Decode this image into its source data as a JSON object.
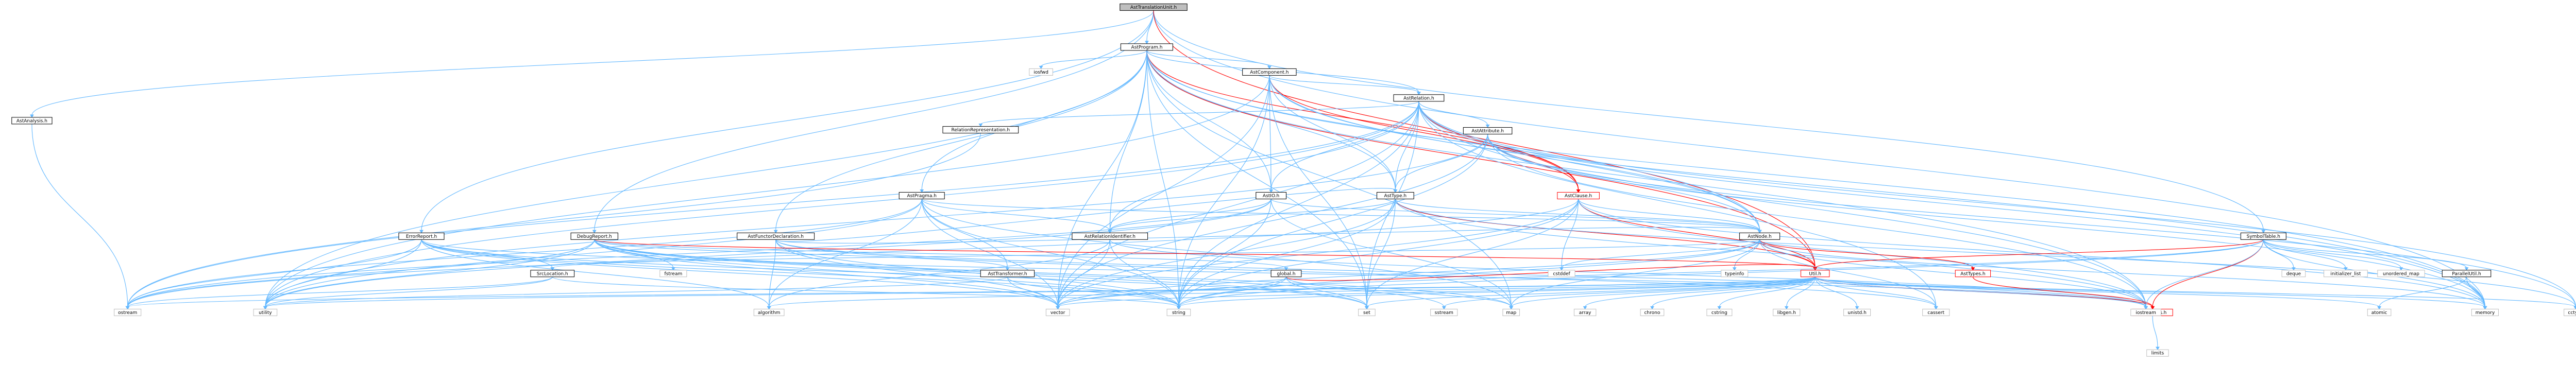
{
  "diagram": {
    "title": "",
    "nodes": [
      {
        "id": "root",
        "label": "AstTranslationUnit.h",
        "style": "root"
      },
      {
        "id": "AstAnalysis",
        "label": "AstAnalysis.h",
        "style": "boxed"
      },
      {
        "id": "AstProgram",
        "label": "AstProgram.h",
        "style": "boxed"
      },
      {
        "id": "ErrorReport",
        "label": "ErrorReport.h",
        "style": "boxed"
      },
      {
        "id": "DebugReport",
        "label": "DebugReport.h",
        "style": "boxed"
      },
      {
        "id": "SymbolTable",
        "label": "SymbolTable.h",
        "style": "boxed"
      },
      {
        "id": "AstComponent",
        "label": "AstComponent.h",
        "style": "boxed"
      },
      {
        "id": "iosfwd",
        "label": "iosfwd",
        "style": "plain"
      },
      {
        "id": "AstRelation",
        "label": "AstRelation.h",
        "style": "boxed"
      },
      {
        "id": "RelationRepresentation",
        "label": "RelationRepresentation.h",
        "style": "boxed"
      },
      {
        "id": "AstAttribute",
        "label": "AstAttribute.h",
        "style": "boxed"
      },
      {
        "id": "AstPragma",
        "label": "AstPragma.h",
        "style": "boxed"
      },
      {
        "id": "AstIO",
        "label": "AstIO.h",
        "style": "boxed"
      },
      {
        "id": "AstType",
        "label": "AstType.h",
        "style": "boxed"
      },
      {
        "id": "AstClause",
        "label": "AstClause.h",
        "style": "red"
      },
      {
        "id": "AstFunctorDeclaration",
        "label": "AstFunctorDeclaration.h",
        "style": "boxed"
      },
      {
        "id": "AstRelationIdentifier",
        "label": "AstRelationIdentifier.h",
        "style": "boxed"
      },
      {
        "id": "AstNode",
        "label": "AstNode.h",
        "style": "boxed"
      },
      {
        "id": "SrcLocation",
        "label": "SrcLocation.h",
        "style": "boxed"
      },
      {
        "id": "fstream",
        "label": "fstream",
        "style": "plain"
      },
      {
        "id": "AstTransformer",
        "label": "AstTransformer.h",
        "style": "boxed"
      },
      {
        "id": "global",
        "label": "global.h",
        "style": "boxed"
      },
      {
        "id": "cstddef",
        "label": "cstddef",
        "style": "plain"
      },
      {
        "id": "typeinfo",
        "label": "typeinfo",
        "style": "plain"
      },
      {
        "id": "Util",
        "label": "Util.h",
        "style": "red"
      },
      {
        "id": "AstTypes",
        "label": "AstTypes.h",
        "style": "red"
      },
      {
        "id": "ParallelUtil",
        "label": "ParallelUtil.h",
        "style": "boxed"
      },
      {
        "id": "deque",
        "label": "deque",
        "style": "plain"
      },
      {
        "id": "initializer_list",
        "label": "initializer_list",
        "style": "plain"
      },
      {
        "id": "unordered_map",
        "label": "unordered_map",
        "style": "plain"
      },
      {
        "id": "RamTypes",
        "label": "RamTypes.h",
        "style": "red"
      },
      {
        "id": "limits",
        "label": "limits",
        "style": "plain"
      },
      {
        "id": "ostream",
        "label": "ostream",
        "style": "plain"
      },
      {
        "id": "utility",
        "label": "utility",
        "style": "plain"
      },
      {
        "id": "algorithm",
        "label": "algorithm",
        "style": "plain"
      },
      {
        "id": "vector",
        "label": "vector",
        "style": "plain"
      },
      {
        "id": "string",
        "label": "string",
        "style": "plain"
      },
      {
        "id": "set",
        "label": "set",
        "style": "plain"
      },
      {
        "id": "sstream",
        "label": "sstream",
        "style": "plain"
      },
      {
        "id": "map",
        "label": "map",
        "style": "plain"
      },
      {
        "id": "array",
        "label": "array",
        "style": "plain"
      },
      {
        "id": "chrono",
        "label": "chrono",
        "style": "plain"
      },
      {
        "id": "cstring",
        "label": "cstring",
        "style": "plain"
      },
      {
        "id": "libgen",
        "label": "libgen.h",
        "style": "plain"
      },
      {
        "id": "unistd",
        "label": "unistd.h",
        "style": "plain"
      },
      {
        "id": "cassert",
        "label": "cassert",
        "style": "plain"
      },
      {
        "id": "iostream",
        "label": "iostream",
        "style": "plain"
      },
      {
        "id": "atomic",
        "label": "atomic",
        "style": "plain"
      },
      {
        "id": "memory",
        "label": "memory",
        "style": "plain"
      },
      {
        "id": "cctype",
        "label": "cctype",
        "style": "plain"
      }
    ],
    "edges": [
      [
        "root",
        "AstAnalysis"
      ],
      [
        "root",
        "AstProgram"
      ],
      [
        "root",
        "ErrorReport"
      ],
      [
        "root",
        "DebugReport"
      ],
      [
        "root",
        "SymbolTable"
      ],
      [
        "root",
        "memory"
      ],
      [
        "root",
        "Util"
      ],
      [
        "AstAnalysis",
        "ostream"
      ],
      [
        "AstProgram",
        "AstComponent"
      ],
      [
        "AstProgram",
        "iosfwd"
      ],
      [
        "AstProgram",
        "AstRelation"
      ],
      [
        "AstProgram",
        "AstPragma"
      ],
      [
        "AstProgram",
        "AstIO"
      ],
      [
        "AstProgram",
        "AstType"
      ],
      [
        "AstProgram",
        "AstClause"
      ],
      [
        "AstProgram",
        "AstFunctorDeclaration"
      ],
      [
        "AstProgram",
        "AstRelationIdentifier"
      ],
      [
        "AstProgram",
        "AstNode"
      ],
      [
        "AstProgram",
        "utility"
      ],
      [
        "AstProgram",
        "vector"
      ],
      [
        "AstProgram",
        "string"
      ],
      [
        "AstProgram",
        "map"
      ],
      [
        "AstProgram",
        "set"
      ],
      [
        "AstProgram",
        "memory"
      ],
      [
        "AstProgram",
        "Util"
      ],
      [
        "AstProgram",
        "iostream"
      ],
      [
        "AstComponent",
        "AstRelation"
      ],
      [
        "AstComponent",
        "AstIO"
      ],
      [
        "AstComponent",
        "AstType"
      ],
      [
        "AstComponent",
        "AstClause"
      ],
      [
        "AstComponent",
        "AstNode"
      ],
      [
        "AstComponent",
        "utility"
      ],
      [
        "AstComponent",
        "vector"
      ],
      [
        "AstComponent",
        "string"
      ],
      [
        "AstComponent",
        "memory"
      ],
      [
        "AstComponent",
        "set"
      ],
      [
        "AstRelation",
        "RelationRepresentation"
      ],
      [
        "AstRelation",
        "AstAttribute"
      ],
      [
        "AstRelation",
        "AstIO"
      ],
      [
        "AstRelation",
        "AstType"
      ],
      [
        "AstRelation",
        "AstClause"
      ],
      [
        "AstRelation",
        "AstRelationIdentifier"
      ],
      [
        "AstRelation",
        "AstNode"
      ],
      [
        "AstRelation",
        "utility"
      ],
      [
        "AstRelation",
        "vector"
      ],
      [
        "AstRelation",
        "string"
      ],
      [
        "AstRelation",
        "set"
      ],
      [
        "AstRelation",
        "iostream"
      ],
      [
        "AstRelation",
        "memory"
      ],
      [
        "AstRelation",
        "cassert"
      ],
      [
        "AstRelation",
        "cctype"
      ],
      [
        "AstRelation",
        "ostream"
      ],
      [
        "RelationRepresentation",
        "ostream"
      ],
      [
        "AstAttribute",
        "AstType"
      ],
      [
        "AstAttribute",
        "AstClause"
      ],
      [
        "AstAttribute",
        "AstNode"
      ],
      [
        "AstAttribute",
        "utility"
      ],
      [
        "AstAttribute",
        "string"
      ],
      [
        "AstAttribute",
        "vector"
      ],
      [
        "AstAttribute",
        "iostream"
      ],
      [
        "AstAttribute",
        "memory"
      ],
      [
        "AstAttribute",
        "cctype"
      ],
      [
        "AstPragma",
        "AstNode"
      ],
      [
        "AstPragma",
        "AstRelationIdentifier"
      ],
      [
        "AstPragma",
        "AstTransformer"
      ],
      [
        "AstPragma",
        "utility"
      ],
      [
        "AstPragma",
        "string"
      ],
      [
        "AstPragma",
        "vector"
      ],
      [
        "AstPragma",
        "map"
      ],
      [
        "AstPragma",
        "ostream"
      ],
      [
        "AstPragma",
        "algorithm"
      ],
      [
        "AstIO",
        "AstNode"
      ],
      [
        "AstIO",
        "AstRelationIdentifier"
      ],
      [
        "AstIO",
        "map"
      ],
      [
        "AstIO",
        "ostream"
      ],
      [
        "AstIO",
        "string"
      ],
      [
        "AstIO",
        "utility"
      ],
      [
        "AstType",
        "AstNode"
      ],
      [
        "AstType",
        "AstRelationIdentifier"
      ],
      [
        "AstType",
        "Util"
      ],
      [
        "AstType",
        "vector"
      ],
      [
        "AstType",
        "string"
      ],
      [
        "AstType",
        "set"
      ],
      [
        "AstType",
        "cctype"
      ],
      [
        "AstType",
        "iostream"
      ],
      [
        "AstClause",
        "AstNode"
      ],
      [
        "AstClause",
        "Util"
      ],
      [
        "AstClause",
        "cstddef"
      ],
      [
        "AstClause",
        "vector"
      ],
      [
        "AstClause",
        "string"
      ],
      [
        "AstClause",
        "set"
      ],
      [
        "AstClause",
        "memory"
      ],
      [
        "AstClause",
        "ostream"
      ],
      [
        "AstClause",
        "iostream"
      ],
      [
        "AstFunctorDeclaration",
        "AstNode"
      ],
      [
        "AstFunctorDeclaration",
        "AstType"
      ],
      [
        "AstFunctorDeclaration",
        "string"
      ],
      [
        "AstFunctorDeclaration",
        "vector"
      ],
      [
        "AstFunctorDeclaration",
        "cassert"
      ],
      [
        "AstFunctorDeclaration",
        "iostream"
      ],
      [
        "AstFunctorDeclaration",
        "algorithm"
      ],
      [
        "AstRelationIdentifier",
        "string"
      ],
      [
        "AstRelationIdentifier",
        "vector"
      ],
      [
        "AstRelationIdentifier",
        "algorithm"
      ],
      [
        "AstRelationIdentifier",
        "iostream"
      ],
      [
        "AstNode",
        "SrcLocation"
      ],
      [
        "AstNode",
        "Util"
      ],
      [
        "AstNode",
        "AstTypes"
      ],
      [
        "AstNode",
        "cstddef"
      ],
      [
        "AstNode",
        "typeinfo"
      ],
      [
        "AstNode",
        "memory"
      ],
      [
        "AstNode",
        "string"
      ],
      [
        "AstNode",
        "vector"
      ],
      [
        "AstNode",
        "iostream"
      ],
      [
        "AstNode",
        "cassert"
      ],
      [
        "AstNode",
        "map"
      ],
      [
        "ErrorReport",
        "SrcLocation"
      ],
      [
        "ErrorReport",
        "ostream"
      ],
      [
        "ErrorReport",
        "utility"
      ],
      [
        "ErrorReport",
        "algorithm"
      ],
      [
        "ErrorReport",
        "vector"
      ],
      [
        "ErrorReport",
        "string"
      ],
      [
        "ErrorReport",
        "set"
      ],
      [
        "ErrorReport",
        "iostream"
      ],
      [
        "DebugReport",
        "fstream"
      ],
      [
        "DebugReport",
        "global"
      ],
      [
        "DebugReport",
        "Util"
      ],
      [
        "DebugReport",
        "ostream"
      ],
      [
        "DebugReport",
        "utility"
      ],
      [
        "DebugReport",
        "string"
      ],
      [
        "DebugReport",
        "vector"
      ],
      [
        "DebugReport",
        "sstream"
      ],
      [
        "DebugReport",
        "set"
      ],
      [
        "DebugReport",
        "map"
      ],
      [
        "DebugReport",
        "AstTransformer"
      ],
      [
        "SrcLocation",
        "string"
      ],
      [
        "SrcLocation",
        "ostream"
      ],
      [
        "SrcLocation",
        "utility"
      ],
      [
        "AstTransformer",
        "string"
      ],
      [
        "AstTransformer",
        "vector"
      ],
      [
        "AstTransformer",
        "utility"
      ],
      [
        "global",
        "Util"
      ],
      [
        "global",
        "vector"
      ],
      [
        "global",
        "set"
      ],
      [
        "global",
        "map"
      ],
      [
        "global",
        "string"
      ],
      [
        "Util",
        "RamTypes"
      ],
      [
        "Util",
        "set"
      ],
      [
        "Util",
        "vector"
      ],
      [
        "Util",
        "string"
      ],
      [
        "Util",
        "map"
      ],
      [
        "Util",
        "array"
      ],
      [
        "Util",
        "chrono"
      ],
      [
        "Util",
        "cstring"
      ],
      [
        "Util",
        "libgen"
      ],
      [
        "Util",
        "unistd"
      ],
      [
        "Util",
        "cassert"
      ],
      [
        "Util",
        "iostream"
      ],
      [
        "Util",
        "sstream"
      ],
      [
        "Util",
        "atomic"
      ],
      [
        "Util",
        "memory"
      ],
      [
        "Util",
        "cctype"
      ],
      [
        "Util",
        "algorithm"
      ],
      [
        "Util",
        "utility"
      ],
      [
        "Util",
        "ostream"
      ],
      [
        "Util",
        "iterator"
      ],
      [
        "AstTypes",
        "RamTypes"
      ],
      [
        "RamTypes",
        "limits"
      ],
      [
        "SymbolTable",
        "ParallelUtil"
      ],
      [
        "SymbolTable",
        "RamTypes"
      ],
      [
        "SymbolTable",
        "Util"
      ],
      [
        "SymbolTable",
        "deque"
      ],
      [
        "SymbolTable",
        "initializer_list"
      ],
      [
        "SymbolTable",
        "unordered_map"
      ],
      [
        "SymbolTable",
        "iostream"
      ],
      [
        "SymbolTable",
        "string"
      ],
      [
        "SymbolTable",
        "vector"
      ],
      [
        "SymbolTable",
        "memory"
      ],
      [
        "SymbolTable",
        "cstdlib"
      ],
      [
        "ParallelUtil",
        "atomic"
      ],
      [
        "ParallelUtil",
        "memory"
      ]
    ]
  }
}
